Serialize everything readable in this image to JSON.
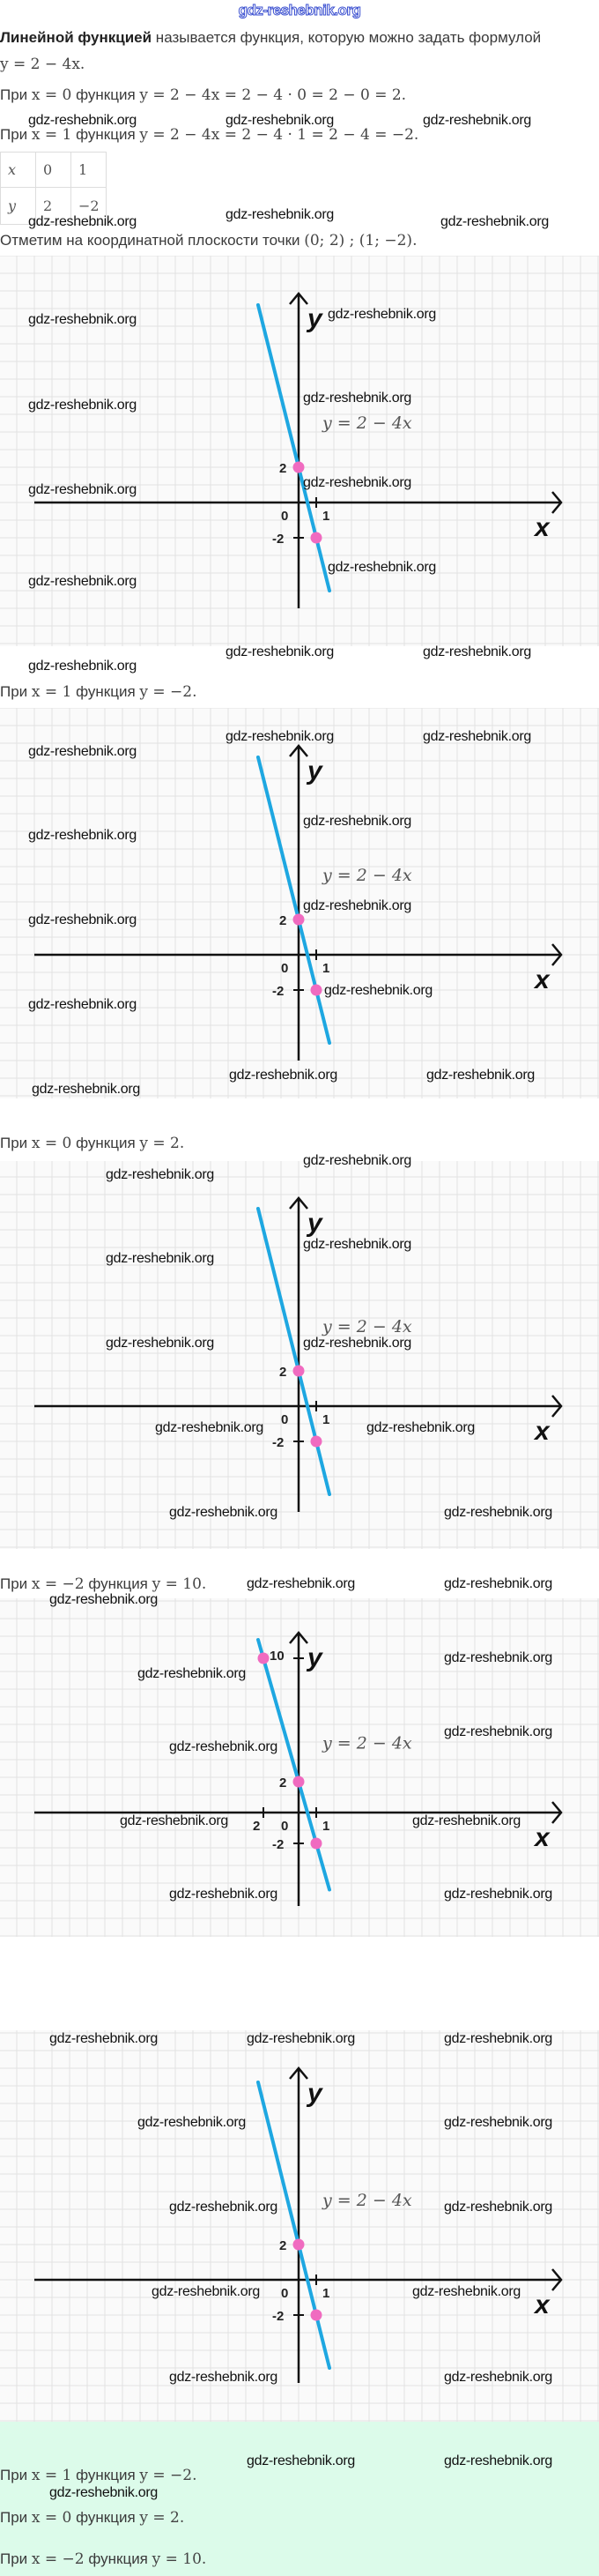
{
  "watermark": "gdz-reshebnik.org",
  "header_logo": "gdz-reshebnik.org",
  "intro": {
    "bold": "Линейной функцией",
    "rest": " называется функция, которую можно задать формулой",
    "formula": "y = 2 − 4x."
  },
  "calc_lines": [
    {
      "pre": "При ",
      "m1": "x = 0",
      "mid": " функция ",
      "m2": "y = 2 − 4x = 2 − 4 · 0 = 2 − 0 = 2."
    },
    {
      "pre": "При ",
      "m1": "x = 1",
      "mid": " функция ",
      "m2": "y = 2 − 4x = 2 − 4 · 1 = 2 − 4 = −2."
    }
  ],
  "table": {
    "rows": [
      [
        "x",
        "0",
        "1"
      ],
      [
        "y",
        "2",
        "−2"
      ]
    ]
  },
  "mark_points": {
    "text": "Отметим на координатной плоскости точки ",
    "math": "(0; 2) ;  (1; −2)."
  },
  "steps": [
    {
      "pre": "При ",
      "m1": "x = 1",
      "mid": " функция ",
      "m2": "y = −2."
    },
    {
      "pre": "При ",
      "m1": "x = 0",
      "mid": " функция ",
      "m2": "y = 2."
    },
    {
      "pre": "При ",
      "m1": "x = −2",
      "mid": " функция ",
      "m2": "y = 10."
    }
  ],
  "summary": [
    {
      "pre": "При ",
      "m1": "x = 1",
      "mid": " функция ",
      "m2": "y = −2."
    },
    {
      "pre": "При ",
      "m1": "x = 0",
      "mid": " функция ",
      "m2": "y = 2."
    },
    {
      "pre": "При ",
      "m1": "x = −2",
      "mid": " функция ",
      "m2": "y = 10."
    }
  ],
  "graph_common": {
    "x_label": "x",
    "y_label": "y",
    "formula": "y = 2 − 4x",
    "origin_label": "0",
    "x_tick_1": "1",
    "y_tick_2": "2",
    "y_tick_m2": "-2",
    "y_tick_10": "10",
    "x_tick_m2": "2",
    "line_color": "#1ea7e1",
    "point_color": "#f06bc0"
  },
  "chart_data": [
    {
      "type": "line",
      "title": "y = 2 − 4x",
      "slope": -4,
      "intercept": 2,
      "x_range": [
        -2.3,
        1.75
      ],
      "points": [
        [
          0,
          2
        ],
        [
          1,
          -2
        ]
      ]
    },
    {
      "type": "line",
      "title": "y = 2 − 4x",
      "slope": -4,
      "intercept": 2,
      "x_range": [
        -2.3,
        1.75
      ],
      "points": [
        [
          0,
          2
        ],
        [
          1,
          -2
        ]
      ]
    },
    {
      "type": "line",
      "title": "y = 2 − 4x",
      "slope": -4,
      "intercept": 2,
      "x_range": [
        -2.3,
        1.75
      ],
      "points": [
        [
          0,
          2
        ],
        [
          1,
          -2
        ]
      ]
    },
    {
      "type": "line",
      "title": "y = 2 − 4x",
      "slope": -4,
      "intercept": 2,
      "x_range": [
        -2.3,
        1.75
      ],
      "points": [
        [
          -2,
          10
        ],
        [
          0,
          2
        ],
        [
          1,
          -2
        ]
      ]
    },
    {
      "type": "line",
      "title": "y = 2 − 4x",
      "slope": -4,
      "intercept": 2,
      "x_range": [
        -2.3,
        1.75
      ],
      "points": [
        [
          0,
          2
        ],
        [
          1,
          -2
        ]
      ]
    }
  ]
}
